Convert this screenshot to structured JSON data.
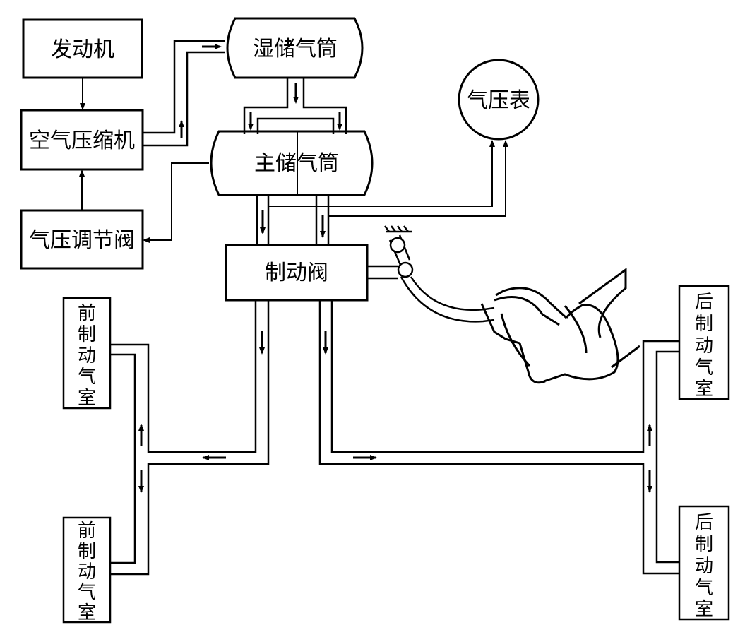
{
  "blocks": {
    "engine": "发动机",
    "compressor": "空气压缩机",
    "regulator": "气压调节阀",
    "wet_tank": "湿储气筒",
    "main_tank": "主储气筒",
    "gauge": "气压表",
    "brake_valve": "制动阀"
  },
  "chambers": {
    "front_upper": [
      "前",
      "制",
      "动",
      "气",
      "室"
    ],
    "front_lower": [
      "前",
      "制",
      "动",
      "气",
      "室"
    ],
    "rear_upper": [
      "后",
      "制",
      "动",
      "气",
      "室"
    ],
    "rear_lower": [
      "后",
      "制",
      "动",
      "气",
      "室"
    ]
  },
  "colors": {
    "stroke": "#000000",
    "background": "#ffffff"
  }
}
